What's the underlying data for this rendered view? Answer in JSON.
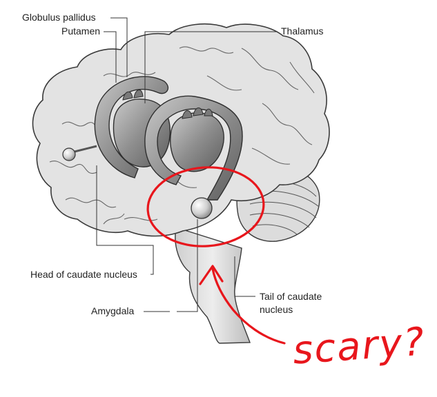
{
  "labels": {
    "globulus_pallidus": "Globulus pallidus",
    "putamen": "Putamen",
    "thalamus": "Thalamus",
    "head_caudate": "Head of caudate nucleus",
    "amygdala": "Amygdala",
    "tail_caudate_line1": "Tail of caudate",
    "tail_caudate_line2": "nucleus"
  },
  "annotation": {
    "text": "scary?",
    "color": "#e8161c"
  },
  "colors": {
    "brain_fill": "#e3e3e3",
    "brain_outline": "#3a3a3a",
    "structure_fill": "#9c9c9c",
    "leader_line": "#333333"
  }
}
